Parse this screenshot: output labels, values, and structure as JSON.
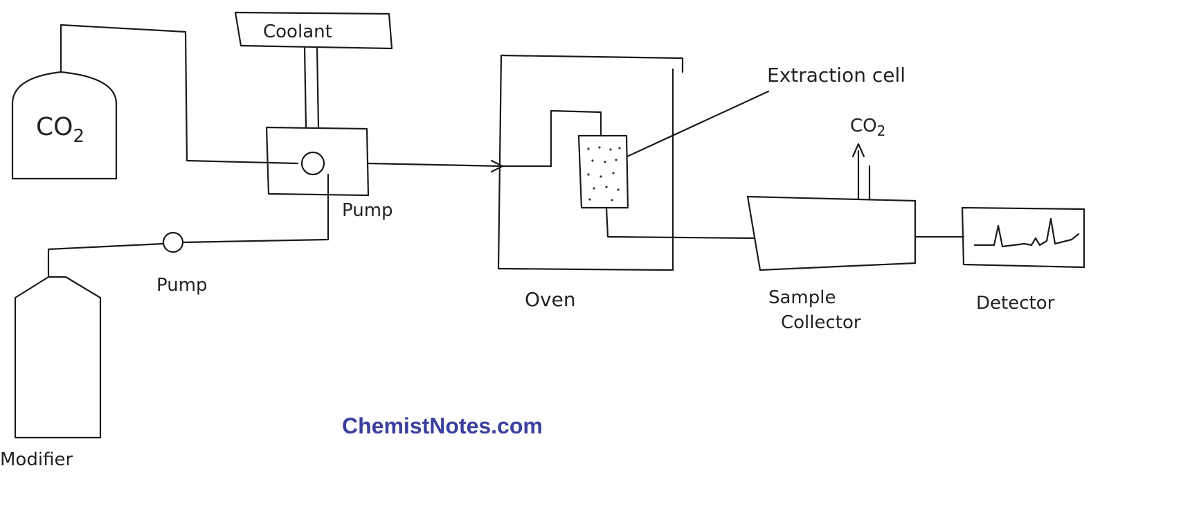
{
  "labels": {
    "coolant": "Coolant",
    "co2_tank": "CO",
    "co2_tank_sub": "2",
    "pump_main": "Pump",
    "pump_modifier": "Pump",
    "modifier": "Modifier",
    "oven": "Oven",
    "extraction_cell": "Extraction cell",
    "co2_vent": "CO",
    "co2_vent_sub": "2",
    "sample_collector_line1": "Sample",
    "sample_collector_line2": "Collector",
    "detector": "Detector"
  },
  "watermark": "ChemistNotes.com",
  "colors": {
    "ink": "#1a1a1a",
    "watermark": "#3b3f9e"
  }
}
